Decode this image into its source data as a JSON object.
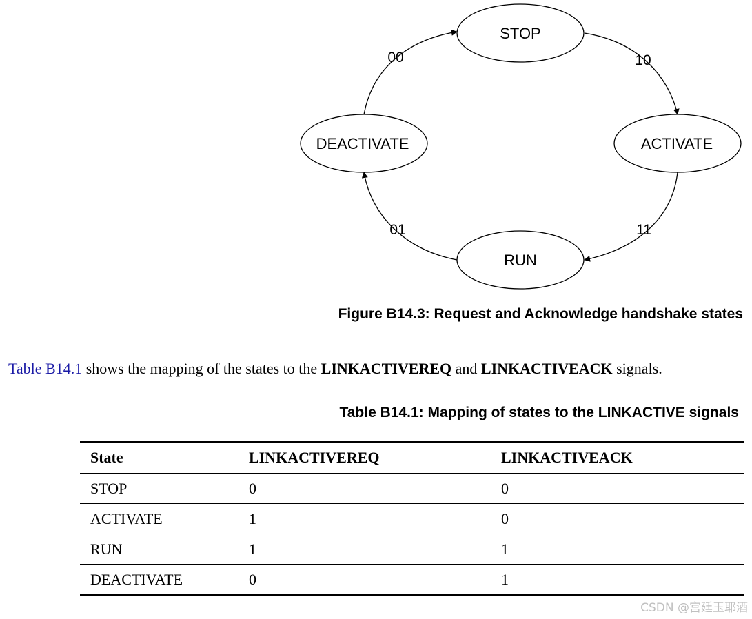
{
  "diagram": {
    "nodes": {
      "stop": "STOP",
      "activate": "ACTIVATE",
      "run": "RUN",
      "deactivate": "DEACTIVATE"
    },
    "edges": {
      "stop_to_activate": "10",
      "activate_to_run": "11",
      "run_to_deactivate": "01",
      "deactivate_to_stop": "00"
    }
  },
  "figure_caption": "Figure B14.3: Request and Acknowledge handshake states",
  "paragraph": {
    "link": "Table B14.1",
    "text1": " shows the mapping of the states to the ",
    "bold1": "LINKACTIVEREQ",
    "text2": " and ",
    "bold2": "LINKACTIVEACK",
    "text3": " signals."
  },
  "table_caption": "Table B14.1: Mapping of states to the LINKACTIVE signals",
  "table": {
    "headers": [
      "State",
      "LINKACTIVEREQ",
      "LINKACTIVEACK"
    ],
    "rows": [
      [
        "STOP",
        "0",
        "0"
      ],
      [
        "ACTIVATE",
        "1",
        "0"
      ],
      [
        "RUN",
        "1",
        "1"
      ],
      [
        "DEACTIVATE",
        "0",
        "1"
      ]
    ]
  },
  "watermark": "CSDN @宫廷玉耶酒"
}
